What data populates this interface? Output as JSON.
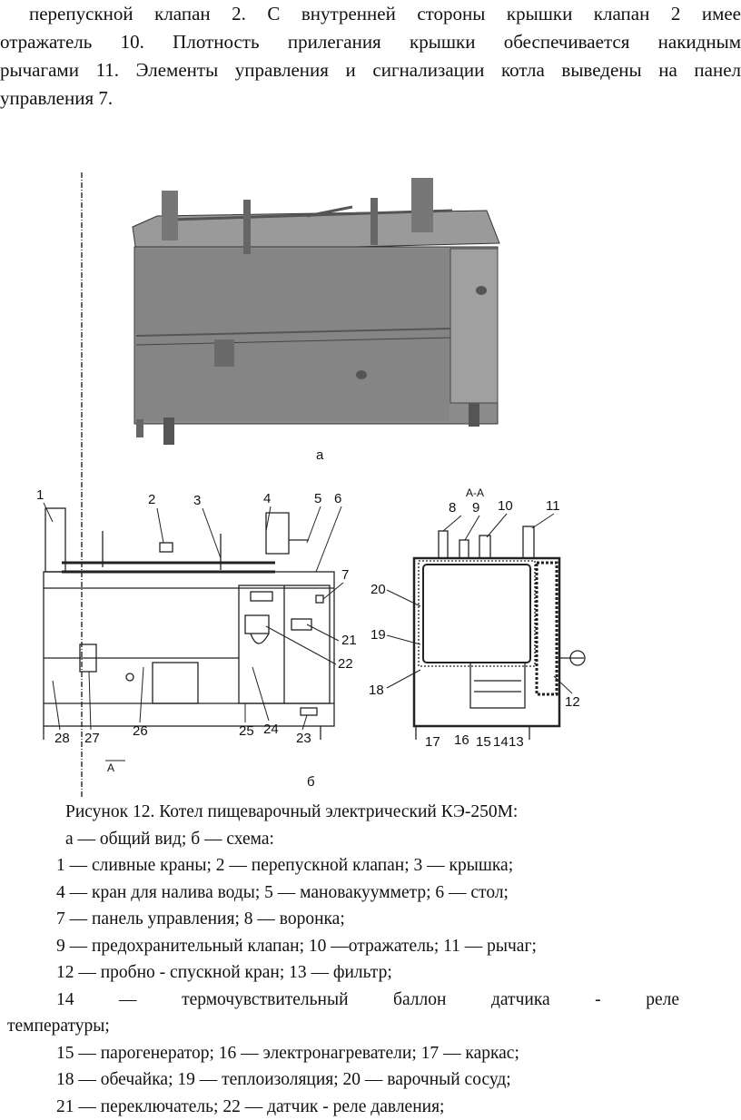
{
  "paragraph": {
    "lines": [
      "перепускной клапан 2. С внутренней стороны крышки клапан 2 имее",
      "отражатель 10. Плотность прилегания крышки обеспечивается накидным",
      "рычагами 11. Элементы управления и сигнализации котла выведены на панел",
      "управления 7."
    ]
  },
  "figure": {
    "view_a_label": "а",
    "view_b_label": "б",
    "section_label": "А-А",
    "section_mark": "А",
    "callouts": [
      "1",
      "2",
      "3",
      "4",
      "5",
      "6",
      "7",
      "8",
      "9",
      "10",
      "11",
      "12",
      "13",
      "14",
      "15",
      "16",
      "17",
      "18",
      "19",
      "20",
      "21",
      "22",
      "23",
      "24",
      "25",
      "26",
      "27",
      "28"
    ]
  },
  "caption": {
    "title": "Рисунок 12. Котел пищеварочный электрический КЭ-250М:",
    "line1": "а — общий вид; б — схема:",
    "line2": "1 — сливные краны; 2 — перепускной клапан; 3 — крышка;",
    "line3": "4 — кран для налива воды; 5 — мановакуумметр; 6 — стол;",
    "line4": "7 — панель управления; 8 — воронка;",
    "line5": "9 — предохранительный клапан; 10 —отражатель; 11 — рычаг;",
    "line6": "12 — пробно - спускной кран; 13 — фильтр;",
    "line7a": "14 — термочувствительный баллон датчика - реле",
    "line7b": "температуры;",
    "line8": "15 — парогенератор; 16 — электронагреватели; 17 — каркас;",
    "line9": "18 — обечайка; 19 — теплоизоляция; 20 — варочный сосуд;",
    "line10": "21 — переключатель; 22 — датчик - реле давления;"
  }
}
